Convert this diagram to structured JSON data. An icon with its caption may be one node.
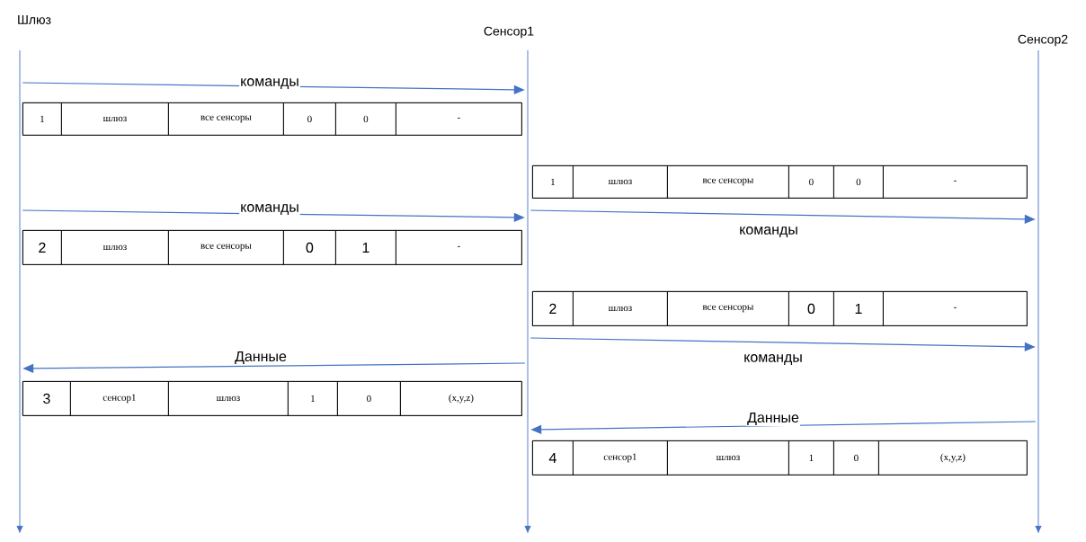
{
  "diagram": {
    "nodes": [
      {
        "text": [
          "Шлюз"
        ]
      },
      {
        "text": [
          "Сенсор1"
        ]
      },
      {
        "text": [
          "Сенсор2"
        ]
      },
      {
        "text": [
          "1",
          "шлюз",
          "все сенсоры",
          "0",
          "0",
          "-"
        ]
      },
      {
        "text": [
          "1",
          "шлюз",
          "все сенсоры",
          "0",
          "0",
          "-"
        ]
      },
      {
        "text": [
          "2",
          "шлюз",
          "все сенсоры",
          "0",
          "1",
          "-"
        ]
      },
      {
        "text": [
          "2",
          "шлюз",
          "все сенсоры",
          "0",
          "1",
          "-"
        ]
      },
      {
        "text": [
          "3",
          "сенсор1",
          "шлюз",
          "1",
          "0",
          "(x,y,z)"
        ]
      },
      {
        "text": [
          "4",
          "сенсор1",
          "шлюз",
          "1",
          "0",
          "(x,y,z)"
        ]
      }
    ],
    "edges": [
      {
        "from": 0,
        "to": 1,
        "arrow": "to",
        "label": "команды"
      },
      {
        "from": 1,
        "to": 2,
        "arrow": "to",
        "label": "команды"
      },
      {
        "from": 0,
        "to": 1,
        "arrow": "to",
        "label": "команды"
      },
      {
        "from": 1,
        "to": 2,
        "arrow": "to",
        "label": "команды"
      },
      {
        "from": 1,
        "to": 0,
        "arrow": "to",
        "label": "Данные"
      },
      {
        "from": 2,
        "to": 1,
        "arrow": "to",
        "label": "Данные"
      }
    ]
  }
}
